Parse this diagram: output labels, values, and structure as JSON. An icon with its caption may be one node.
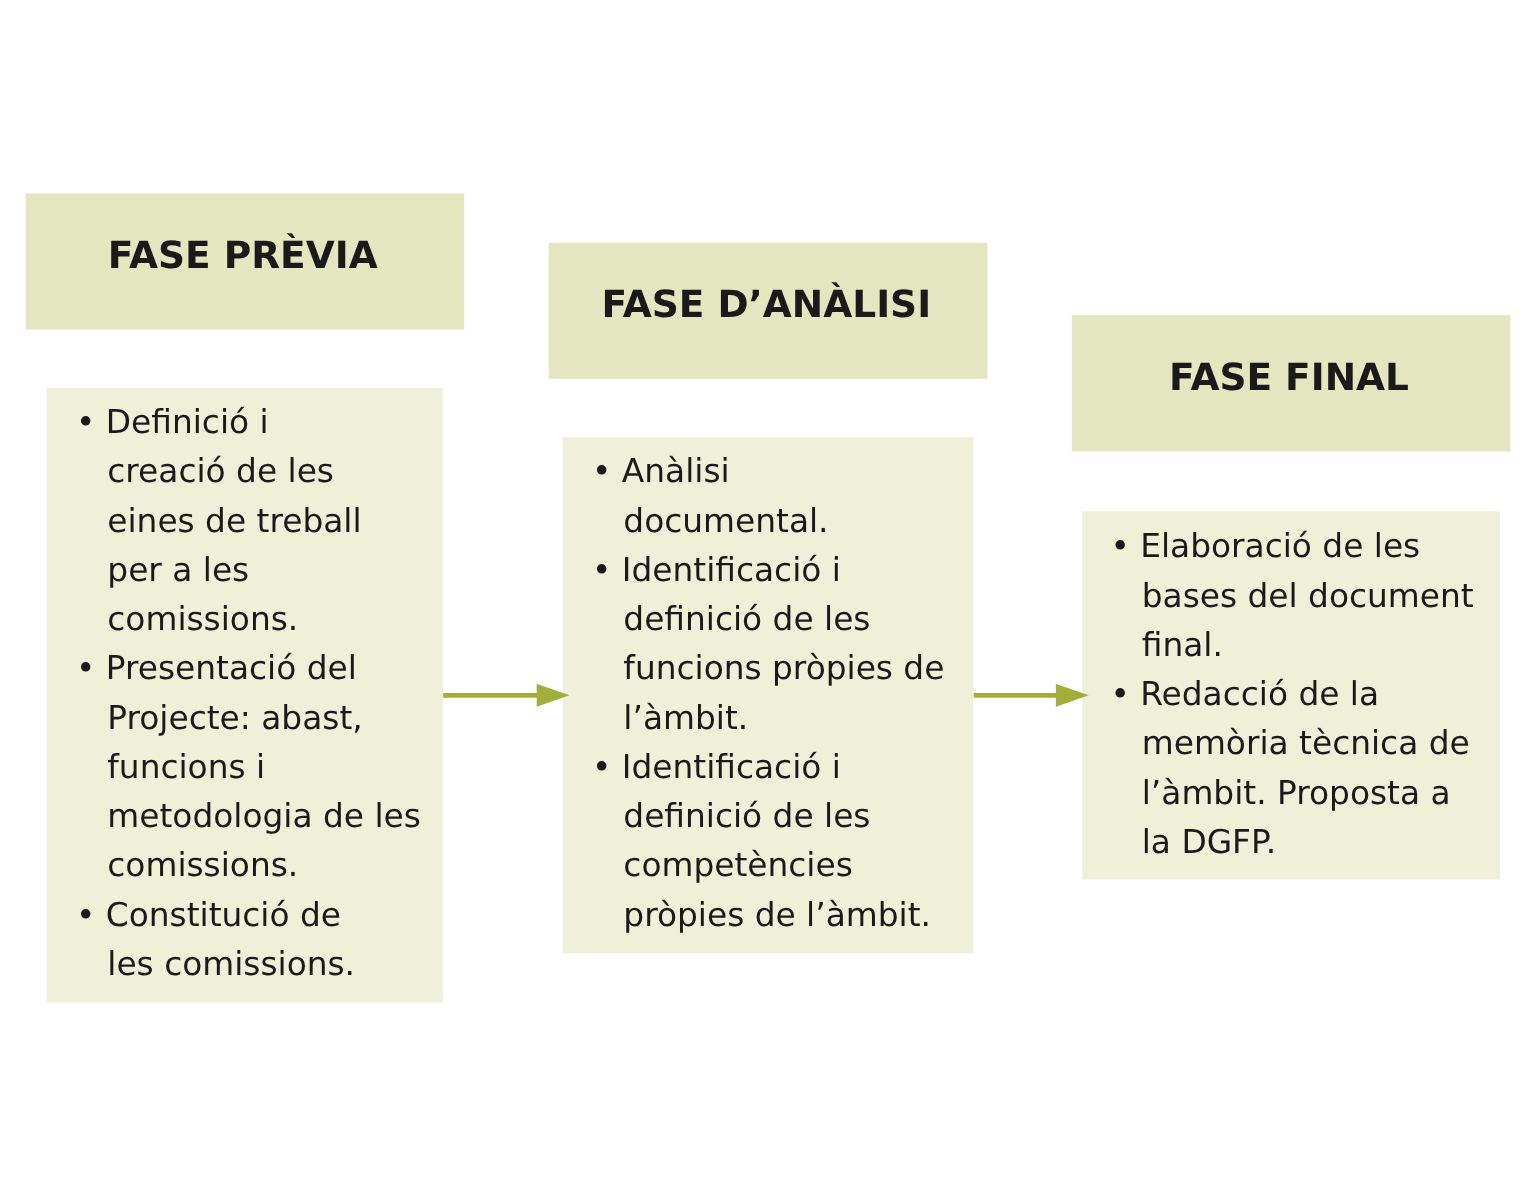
{
  "diagram": {
    "nodes": [
      {
        "text": [
          "FASE PRÈVIA"
        ]
      },
      {
        "text": [
          "FASE D’ANÀLISI"
        ]
      },
      {
        "text": [
          "FASE FINAL"
        ]
      },
      {
        "text": [
          "• Definició i creació de les eines de treball per a les comissions.",
          "• Presentació del Projecte: abast, funcions i metodologia de les comissions.",
          "• Constitució de les comissions."
        ]
      },
      {
        "text": [
          "• Anàlisi documental.",
          "• Identificació i definició de les funcions pròpies de l’àmbit.",
          "• Identificació i definició de les competències pròpies de l’àmbit."
        ]
      },
      {
        "text": [
          "• Elaboració de les bases del document final.",
          "• Redacció de la memòria tècnica de l’àmbit. Proposta a la DGFP."
        ]
      }
    ],
    "edges": [
      {
        "from": 3,
        "to": 4,
        "arrow": "to",
        "color": "#a3ad3a"
      },
      {
        "from": 4,
        "to": 5,
        "arrow": "to",
        "color": "#a3ad3a"
      }
    ]
  }
}
